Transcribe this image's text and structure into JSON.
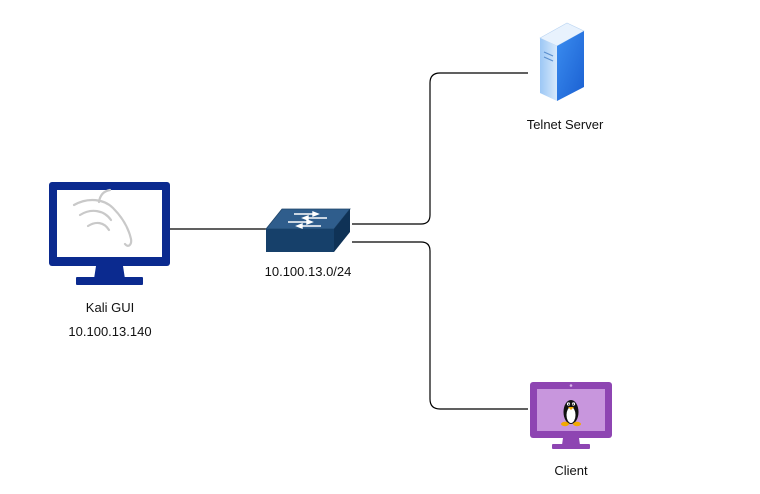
{
  "nodes": {
    "kali": {
      "name": "Kali GUI",
      "ip": "10.100.13.140",
      "icon": "kali-monitor-icon"
    },
    "switch": {
      "subnet": "10.100.13.0/24",
      "icon": "network-switch-icon"
    },
    "telnet_server": {
      "name": "Telnet Server",
      "icon": "server-icon"
    },
    "client": {
      "name": "Client",
      "icon": "linux-monitor-icon"
    }
  },
  "colors": {
    "kali_monitor": "#0b2a8f",
    "switch_top": "#2f5d8c",
    "switch_front": "#16406a",
    "server_front": "#2f7ee6",
    "client_monitor": "#8e45b2",
    "lines": "#000000"
  }
}
